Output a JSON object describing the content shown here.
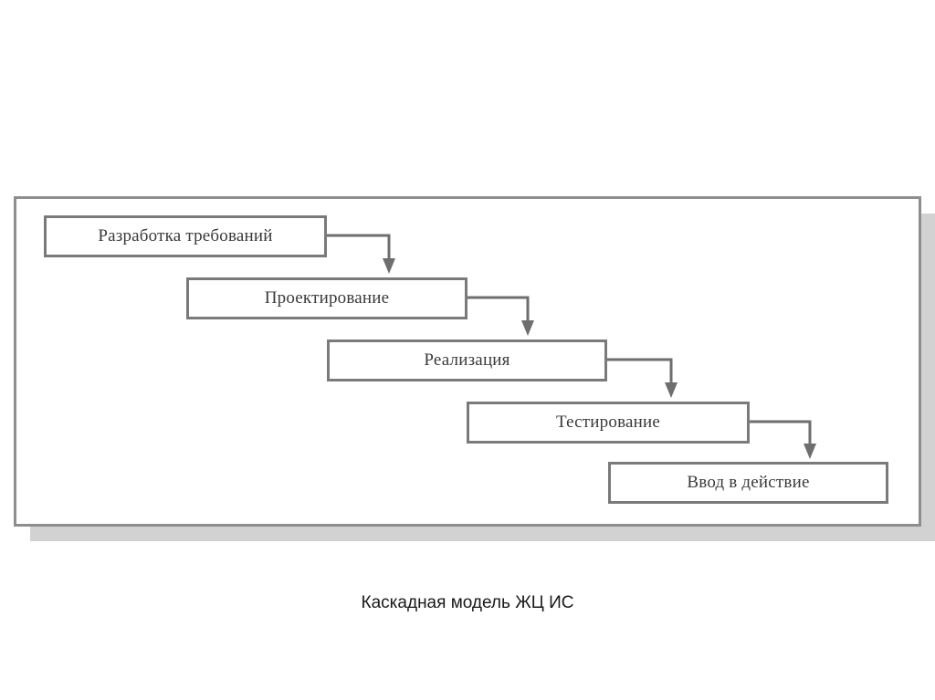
{
  "diagram": {
    "stages": [
      "Разработка требований",
      "Проектирование",
      "Реализация",
      "Тестирование",
      "Ввод в действие"
    ]
  },
  "caption": "Каскадная модель ЖЦ ИС",
  "colors": {
    "box_border": "#7a7a7a",
    "arrow": "#6e6e6e",
    "frame_border": "#8e8e8e",
    "shadow": "#d2d2d2"
  }
}
